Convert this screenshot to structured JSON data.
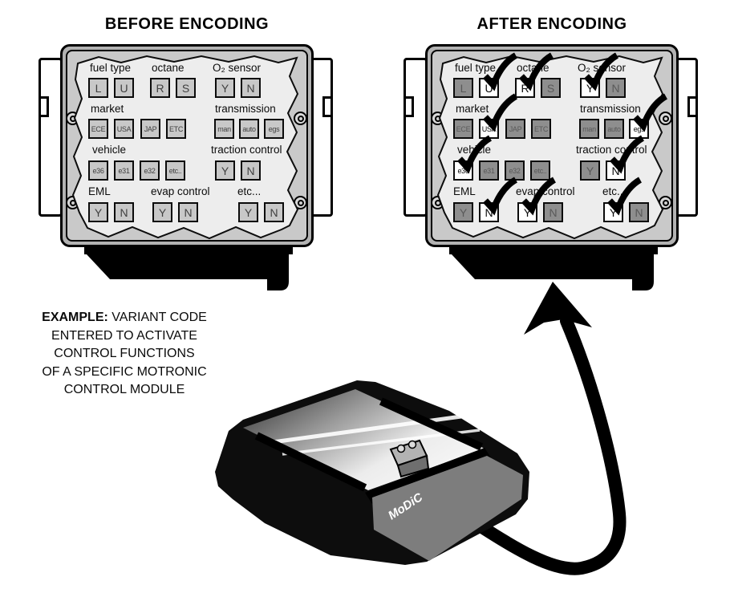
{
  "titles": {
    "before": "BEFORE ENCODING",
    "after": "AFTER ENCODING"
  },
  "panel": {
    "fuel_type_label": "fuel type",
    "fuel_L": "L",
    "fuel_U": "U",
    "octane_label": "octane",
    "octane_R": "R",
    "octane_S": "S",
    "o2_label": "O₂ sensor",
    "o2_Y": "Y",
    "o2_N": "N",
    "market_label": "market",
    "market_ECE": "ECE",
    "market_USA": "USA",
    "market_JAP": "JAP",
    "market_ETC": "ETC",
    "trans_label": "transmission",
    "trans_man": "man",
    "trans_auto": "auto",
    "trans_egs": "egs",
    "vehicle_label": "vehicle",
    "veh_e36": "e36",
    "veh_e31": "e31",
    "veh_e32": "e32",
    "veh_etc": "etc..",
    "traction_label": "traction control",
    "traction_Y": "Y",
    "traction_N": "N",
    "eml_label": "EML",
    "eml_Y": "Y",
    "eml_N": "N",
    "evap_label": "evap control",
    "evap_Y": "Y",
    "evap_N": "N",
    "etc_label": "etc...",
    "etc_Y": "Y",
    "etc_N": "N"
  },
  "after_selections": {
    "fuel_U": true,
    "octane_R": true,
    "o2_Y": true,
    "market_USA": true,
    "trans_egs": true,
    "veh_e36": true,
    "traction_N": true,
    "eml_N": true,
    "evap_Y": true,
    "etc_Y": true
  },
  "example": {
    "lead": "EXAMPLE:",
    "line1": "VARIANT CODE",
    "line2": "ENTERED TO ACTIVATE",
    "line3": "CONTROL FUNCTIONS",
    "line4": "OF A SPECIFIC MOTRONIC",
    "line5": "CONTROL MODULE"
  },
  "device": {
    "label": "MoDiC"
  },
  "icons": {
    "check": "checkmark"
  },
  "colors": {
    "before_button_bg": "#c8c8c8",
    "after_unselected_button_bg": "#8e8e8e",
    "selected_button_bg": "#ffffff",
    "check": "#000000",
    "connector": "#000000",
    "panel_bg": "#ededed"
  }
}
